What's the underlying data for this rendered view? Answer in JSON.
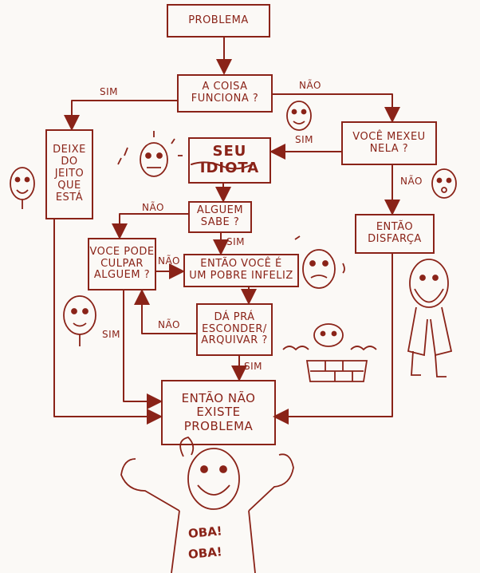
{
  "colors": {
    "ink": "#8a2318",
    "paper": "#fbf9f6"
  },
  "nodes": {
    "problema": "PROBLEMA",
    "funciona": "A COISA\nFUNCIONA ?",
    "mexeu": "VOCÊ MEXEU\nNELA ?",
    "deixe": "DEIXE\nDO\nJEITO\nQUE\nESTÁ",
    "idiota": "SEU\nIDIOTA",
    "alguem_sabe": "ALGUEM\nSABE ?",
    "disfarca": "ENTÃO\nDISFARÇA",
    "culpar": "VOCE PODE\nCULPAR\nALGUEM ?",
    "infeliz": "ENTÃO VOCÊ É\nUM POBRE INFELIZ",
    "esconder": "DÁ PRÁ\nESCONDER/\nARQUIVAR ?",
    "sem_problema": "ENTÃO NÃO\nEXISTE\nPROBLEMA"
  },
  "edge_labels": {
    "sim": "SIM",
    "nao": "NÃO"
  },
  "caption": {
    "oba1": "OBA!",
    "oba2": "OBA!"
  }
}
